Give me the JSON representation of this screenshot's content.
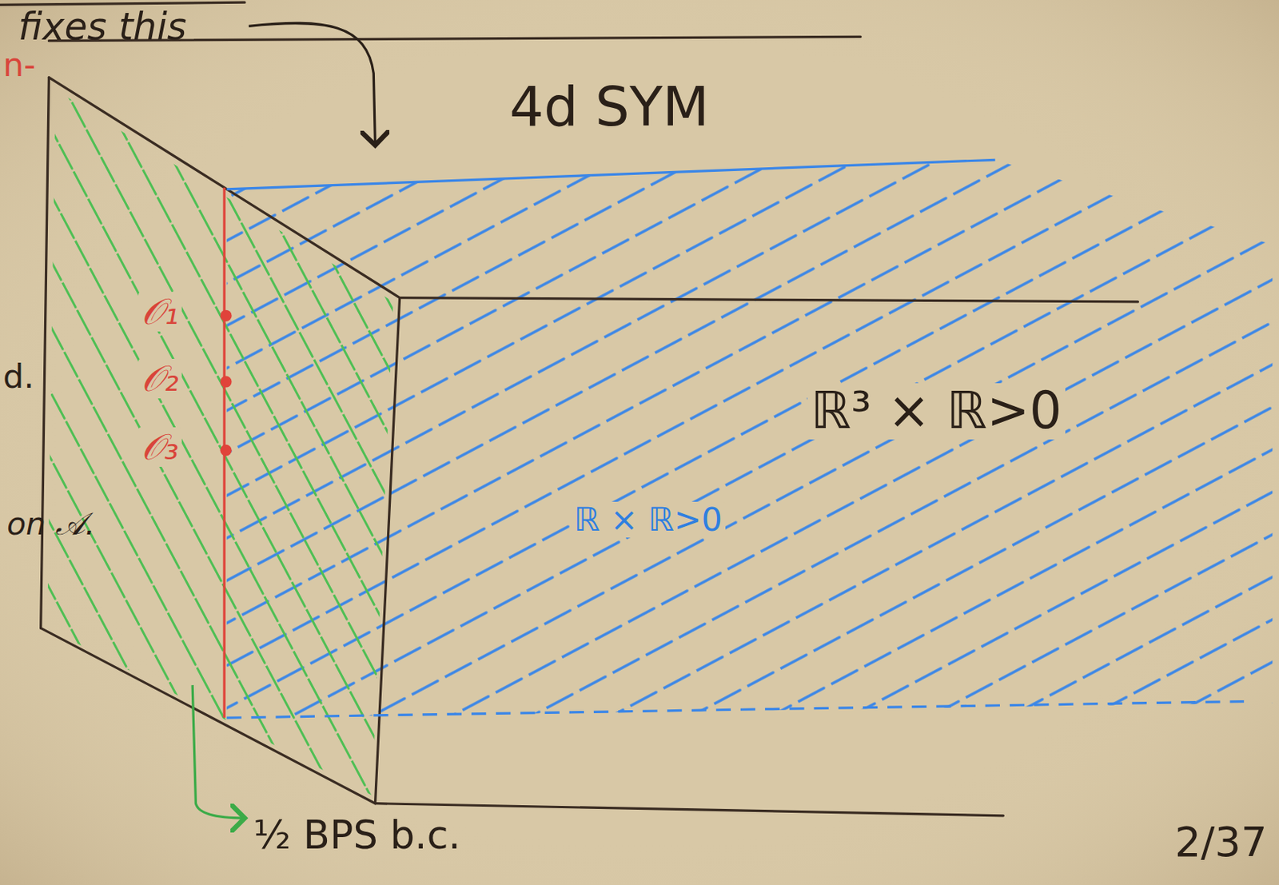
{
  "diagram": {
    "labels": [
      "fixes this",
      "4d SYM",
      "n-",
      "d.",
      "𝒪₁",
      "𝒪₂",
      "𝒪₃",
      "ℝ × ℝ>0",
      "ℝ³ × ℝ>0",
      "on 𝒜.",
      "½ BPS b.c.",
      "2/37"
    ]
  }
}
